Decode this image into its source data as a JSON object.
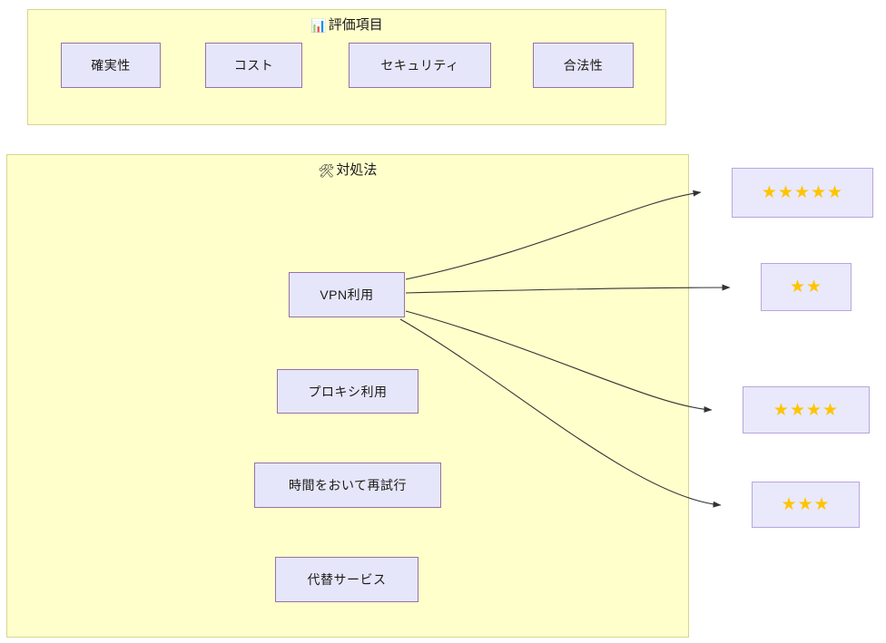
{
  "groups": {
    "evaluation": {
      "icon": "bar-chart-icon",
      "icon_glyph": "📊",
      "title": "評価項目",
      "fill": "#ffffcc",
      "border": "#d6d68f",
      "items": [
        {
          "label": "確実性"
        },
        {
          "label": "コスト"
        },
        {
          "label": "セキュリティ"
        },
        {
          "label": "合法性"
        }
      ]
    },
    "measures": {
      "icon": "hammer-and-wrench-icon",
      "icon_glyph": "🛠",
      "title": "対処法",
      "fill": "#ffffcc",
      "border": "#d6d68f",
      "items": [
        {
          "label": "VPN利用"
        },
        {
          "label": "プロキシ利用"
        },
        {
          "label": "時間をおいて再試行"
        },
        {
          "label": "代替サービス"
        }
      ]
    }
  },
  "ratings": [
    {
      "stars": 5,
      "glyphs": "★★★★★",
      "color": "#ffc400"
    },
    {
      "stars": 2,
      "glyphs": "★★",
      "color": "#ffc400"
    },
    {
      "stars": 4,
      "glyphs": "★★★★",
      "color": "#ffc400"
    },
    {
      "stars": 3,
      "glyphs": "★★★",
      "color": "#ffc400"
    }
  ],
  "node_style": {
    "fill": "#e6e6fa",
    "border": "#9673a6"
  },
  "edges": [
    {
      "from": "VPN利用",
      "to": "★★★★★"
    },
    {
      "from": "VPN利用",
      "to": "★★"
    },
    {
      "from": "VPN利用",
      "to": "★★★★"
    },
    {
      "from": "VPN利用",
      "to": "★★★"
    }
  ]
}
